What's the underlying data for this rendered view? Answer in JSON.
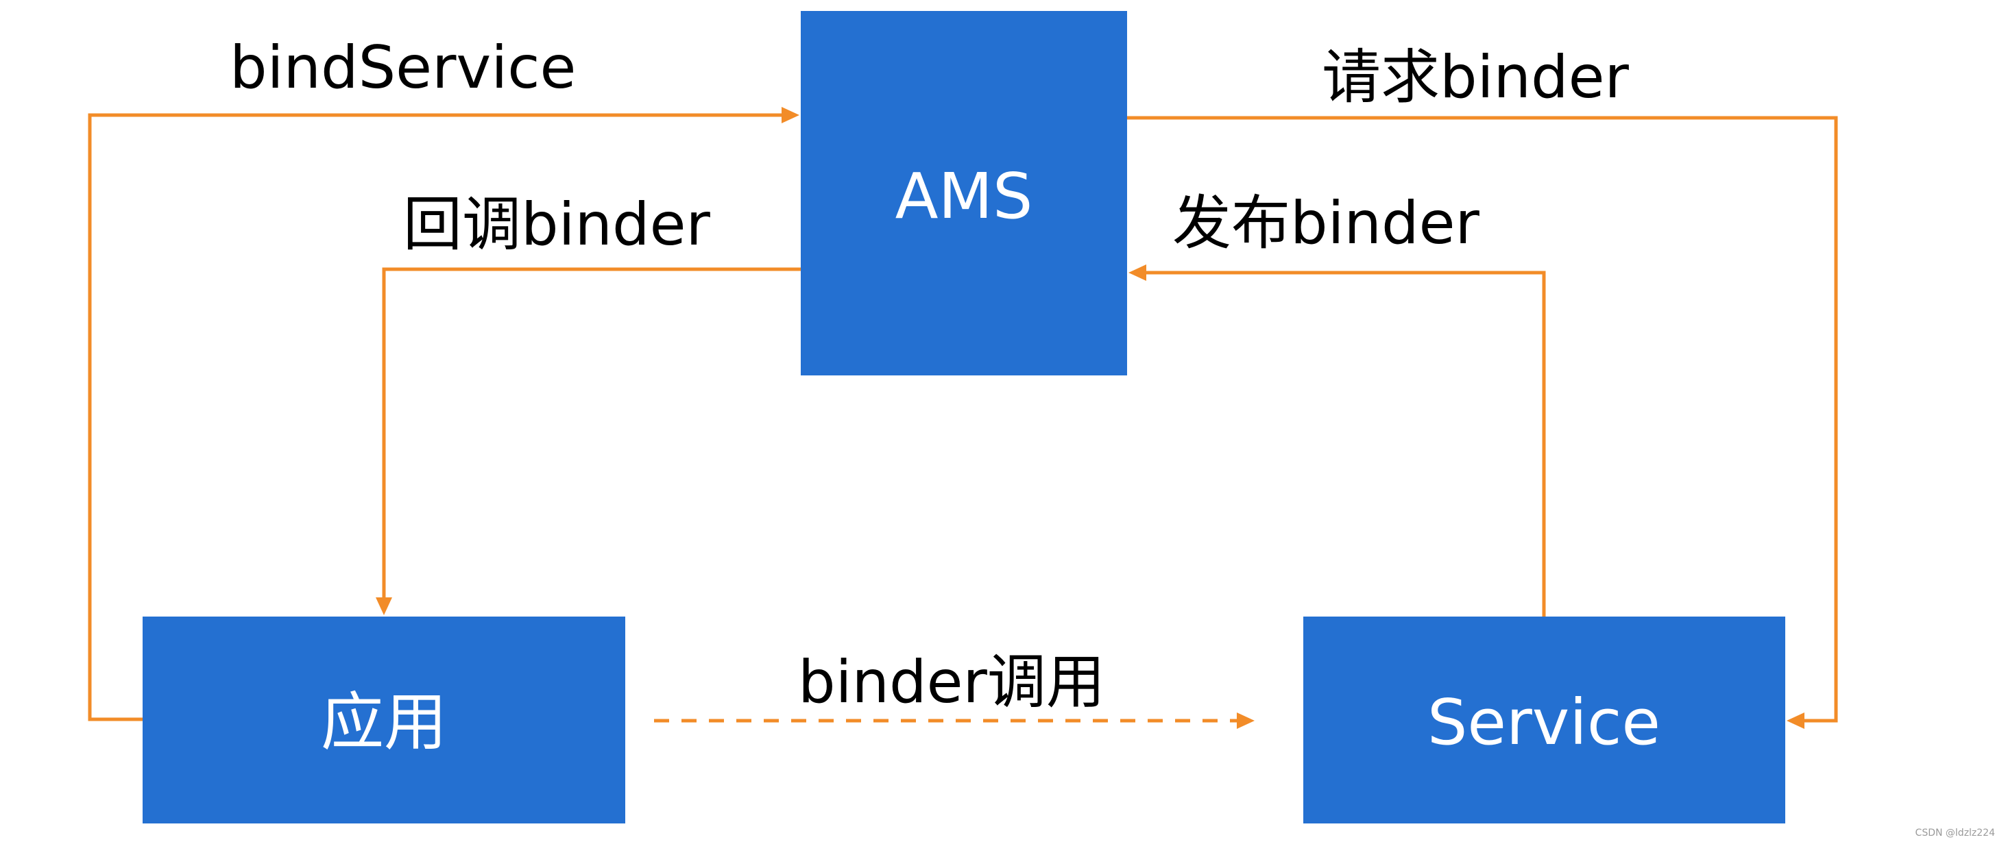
{
  "nodes": {
    "ams": {
      "label": "AMS"
    },
    "app": {
      "label": "应用"
    },
    "service": {
      "label": "Service"
    }
  },
  "edges": {
    "bind_service": {
      "label": "bindService"
    },
    "request_binder": {
      "label": "请求binder"
    },
    "callback_binder": {
      "label": "回调binder"
    },
    "publish_binder": {
      "label": "发布binder"
    },
    "binder_call": {
      "label": "binder调用"
    }
  },
  "watermark": "CSDN @ldzlz224",
  "colors": {
    "box": "#2470d1",
    "arrow": "#f28c28",
    "box_text": "#ffffff",
    "label_text": "#000000"
  }
}
